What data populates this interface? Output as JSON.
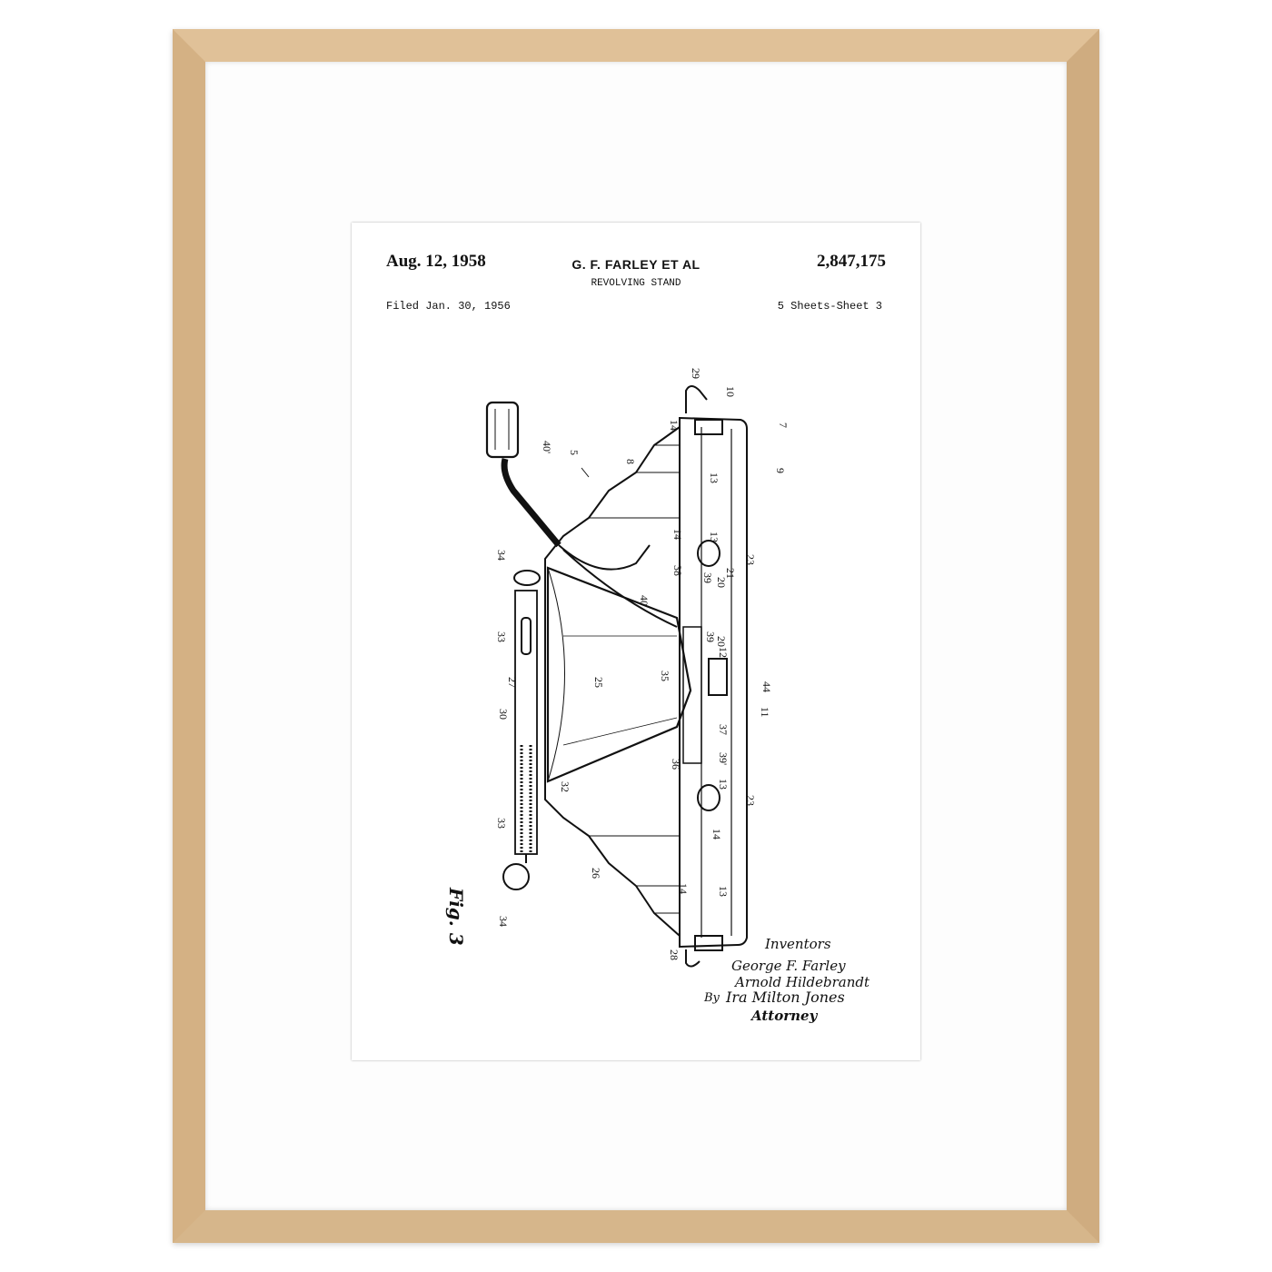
{
  "patent": {
    "date": "Aug. 12, 1958",
    "inventor_header": "G. F. FARLEY ET AL",
    "title": "REVOLVING STAND",
    "number": "2,847,175",
    "filed": "Filed Jan. 30, 1956",
    "sheets": "5 Sheets-Sheet 3",
    "figure": "Fig. 3"
  },
  "drawing_labels": [
    "29",
    "10",
    "14",
    "7",
    "9",
    "5",
    "8",
    "40'",
    "13",
    "14",
    "13",
    "23",
    "34",
    "38",
    "39",
    "20",
    "21",
    "40",
    "33",
    "27",
    "25",
    "35",
    "12",
    "44",
    "11",
    "37",
    "30",
    "36",
    "39'",
    "13",
    "32",
    "23",
    "33",
    "14",
    "26",
    "14",
    "13",
    "34",
    "28",
    "39",
    "20"
  ],
  "signature": {
    "heading": "Inventors",
    "names": [
      "George F. Farley",
      "Arnold Hildebrandt"
    ],
    "by": "By",
    "attorney_sig": "Ira Milton Jones",
    "attorney_label": "Attorney"
  },
  "colors": {
    "frame_wood": "#d9b88f",
    "mat": "#fdfdfd",
    "ink": "#111111"
  }
}
